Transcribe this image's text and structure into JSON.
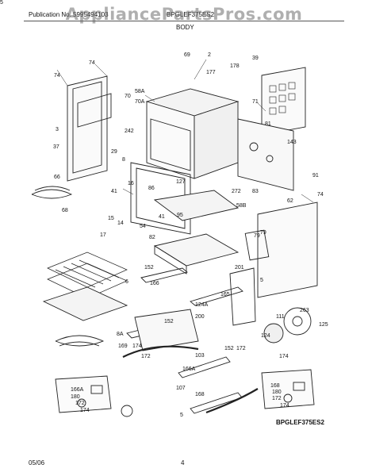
{
  "header": {
    "publication": "Publication No. 5995494103",
    "model": "BPGLEF375ES2",
    "section": "BODY"
  },
  "watermark": "AppliancePartsPros.com",
  "diagram": {
    "model_code": "BPGLEF375ES2",
    "callouts": [
      "69",
      "2",
      "178",
      "39",
      "74",
      "177",
      "74",
      "70",
      "58A",
      "70A",
      "71",
      "3",
      "242",
      "81",
      "143",
      "37",
      "29",
      "8",
      "127",
      "16",
      "91",
      "66",
      "86",
      "41",
      "272",
      "83",
      "74",
      "62",
      "68",
      "79",
      "58B",
      "15",
      "14",
      "54",
      "95",
      "17",
      "41",
      "82",
      "79",
      "152",
      "201",
      "6",
      "166",
      "165",
      "5",
      "124A",
      "263",
      "111",
      "125",
      "124",
      "200",
      "8A",
      "152",
      "169",
      "174",
      "172",
      "103",
      "152",
      "172",
      "174",
      "107",
      "166A",
      "180",
      "172",
      "174",
      "168",
      "180",
      "172",
      "174",
      "168",
      "166A",
      "5",
      "5"
    ]
  },
  "footer": {
    "date": "05/06",
    "page": "4"
  }
}
